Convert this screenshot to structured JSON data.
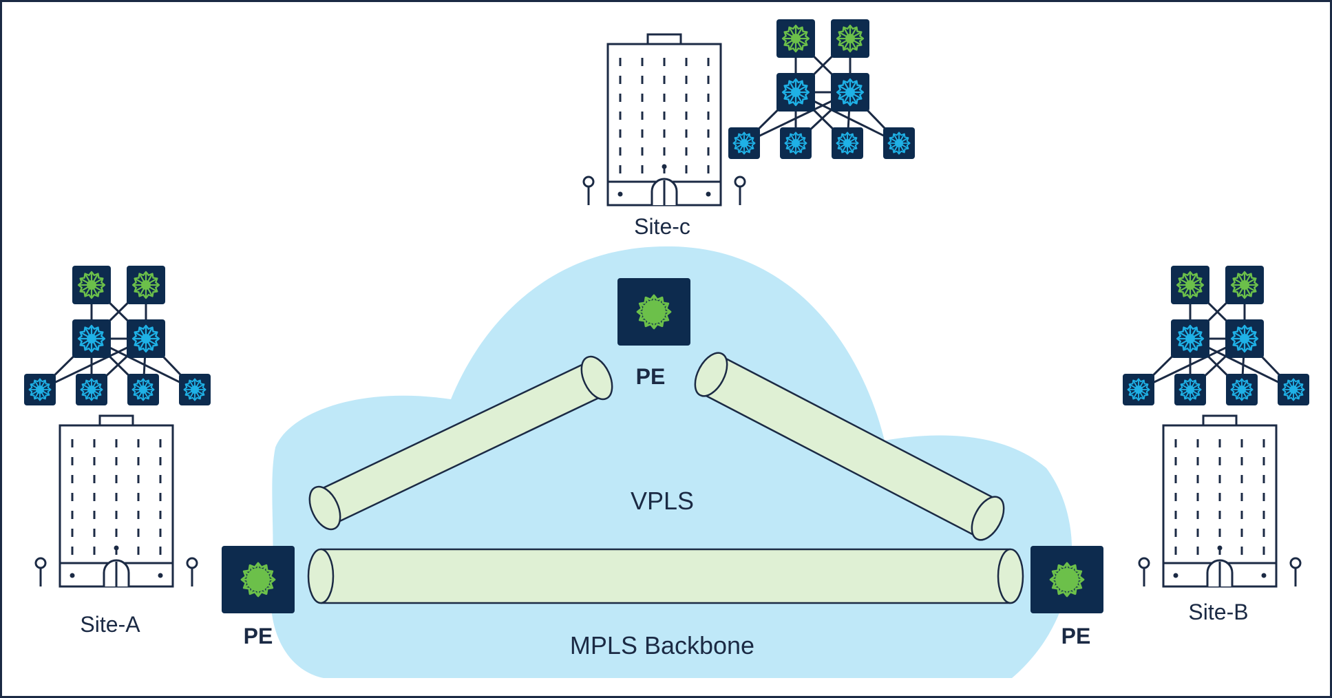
{
  "labels": {
    "site_c": "Site-c",
    "site_a": "Site-A",
    "site_b": "Site-B",
    "pe_top": "PE",
    "pe_left": "PE",
    "pe_right": "PE",
    "vpls": "VPLS",
    "backbone": "MPLS Backbone"
  },
  "colors": {
    "navy": "#0d2b4e",
    "outline": "#1b2a44",
    "cloud": "#bfe8f8",
    "tunnel": "#dff0d4",
    "router_green": "#6cc04a",
    "switch_blue": "#1fb1e6"
  },
  "icons": {
    "building": "office-building-icon",
    "pe_router": "router-icon",
    "switch": "switch-icon",
    "tunnel": "pseudowire-tunnel-icon"
  }
}
